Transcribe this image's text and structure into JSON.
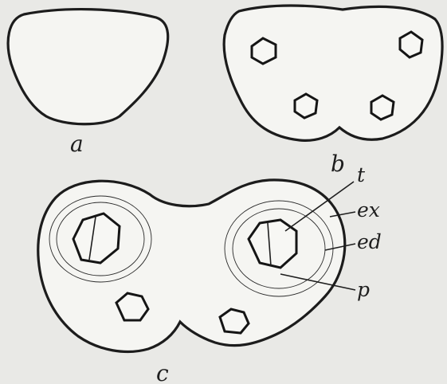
{
  "figure": {
    "panels": [
      {
        "id": "a",
        "label": "a"
      },
      {
        "id": "b",
        "label": "b"
      },
      {
        "id": "c",
        "label": "c"
      }
    ],
    "annotations": [
      {
        "label": "t"
      },
      {
        "label": "ex"
      },
      {
        "label": "ed"
      },
      {
        "label": "p"
      }
    ]
  }
}
